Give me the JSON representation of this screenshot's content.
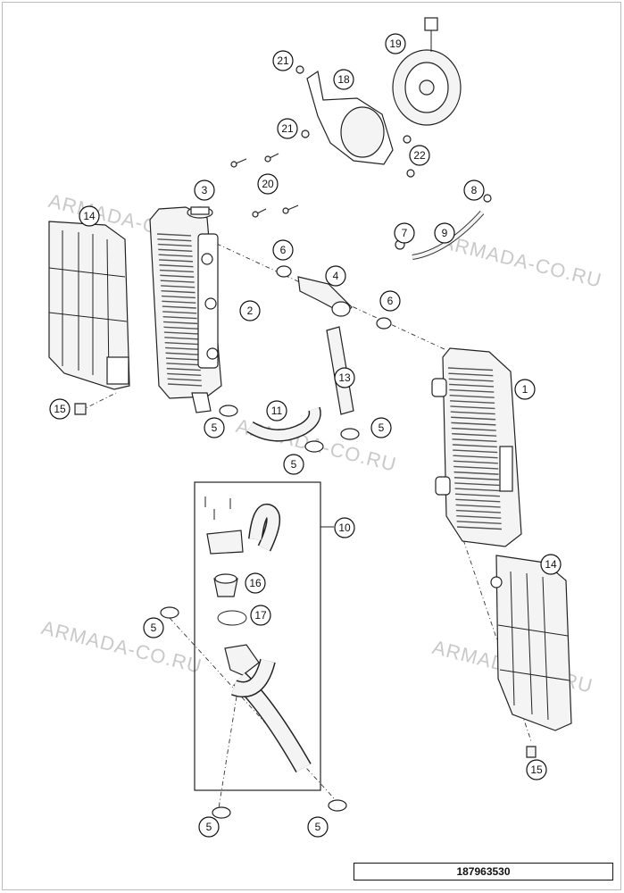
{
  "diagram": {
    "part_number": "187963530",
    "watermark": "ARMADA-CO.RU",
    "callouts": [
      "1",
      "2",
      "3",
      "4",
      "5",
      "5",
      "5",
      "5",
      "5",
      "5",
      "6",
      "6",
      "7",
      "8",
      "9",
      "10",
      "11",
      "13",
      "14",
      "14",
      "15",
      "15",
      "16",
      "17",
      "18",
      "19",
      "20",
      "21",
      "21",
      "22"
    ]
  }
}
